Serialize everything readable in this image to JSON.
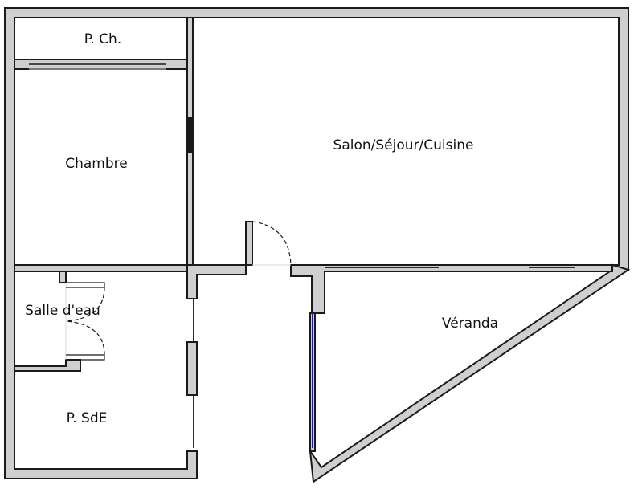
{
  "plan": {
    "rooms": {
      "placard_chambre": "P. Ch.",
      "chambre": "Chambre",
      "salon": "Salon/Séjour/Cuisine",
      "salle_eau": "Salle d'eau",
      "veranda": "Véranda",
      "placard_sde": "P. SdE"
    },
    "colors": {
      "wall_fill": "#cfcfcf",
      "wall_stroke": "#1a1a1a",
      "window": "#1a1aa8"
    }
  }
}
